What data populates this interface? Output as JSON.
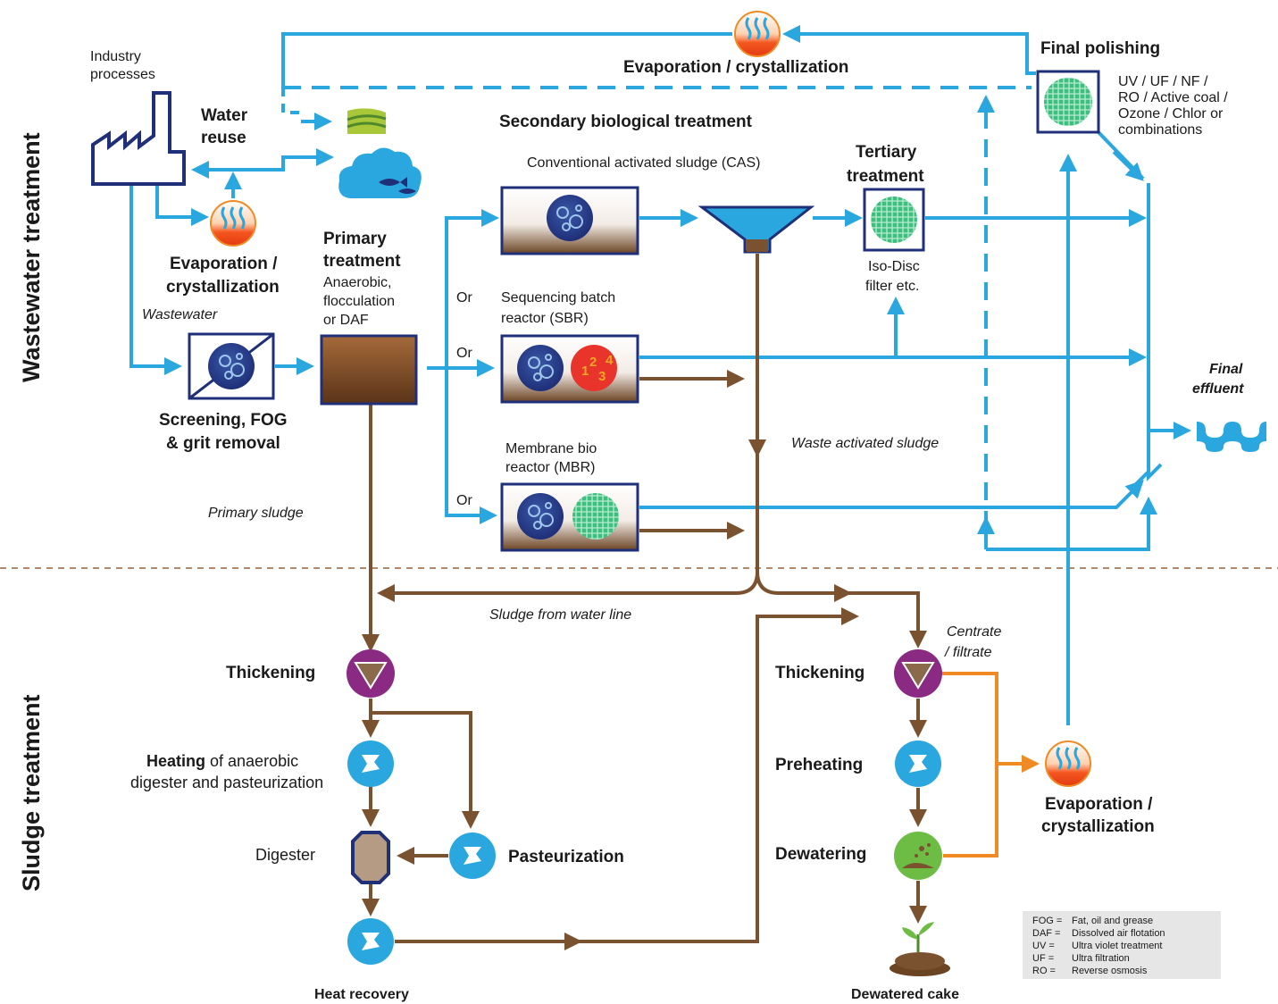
{
  "sections": {
    "wastewater": "Wastewater treatment",
    "sludge": "Sludge treatment"
  },
  "labels": {
    "industry": [
      "Industry",
      "processes"
    ],
    "water_reuse": [
      "Water",
      "reuse"
    ],
    "evap_top": "Evaporation / crystallization",
    "evap_left": [
      "Evaporation /",
      "crystallization"
    ],
    "wastewater": "Wastewater",
    "screening": [
      "Screening, FOG",
      "& grit removal"
    ],
    "primary_title": [
      "Primary",
      "treatment"
    ],
    "primary_sub": [
      "Anaerobic,",
      "flocculation",
      "or DAF"
    ],
    "secondary": "Secondary biological treatment",
    "cas": "Conventional activated sludge (CAS)",
    "or1": "Or",
    "or2": "Or",
    "or3": "Or",
    "sbr": [
      "Sequencing batch",
      "reactor (SBR)"
    ],
    "mbr": [
      "Membrane bio",
      "reactor (MBR)"
    ],
    "tertiary": [
      "Tertiary",
      "treatment"
    ],
    "isodisc": [
      "Iso-Disc",
      "filter etc."
    ],
    "final_polishing": "Final polishing",
    "polishing_list": [
      "UV / UF / NF /",
      "RO / Active coal /",
      "Ozone / Chlor or",
      "combinations"
    ],
    "final_effluent": [
      "Final",
      "effluent"
    ],
    "waste_activated": "Waste activated sludge",
    "primary_sludge": "Primary sludge",
    "sludge_water_line": "Sludge from water line",
    "centrate": [
      "Centrate",
      "/ filtrate"
    ],
    "thickening_left": "Thickening",
    "heating_bold": "Heating",
    "heating_rest": " of anaerobic",
    "heating_line2": "digester and pasteurization",
    "digester": "Digester",
    "pasteurization": "Pasteurization",
    "heat_recovery": "Heat recovery",
    "thickening_right": "Thickening",
    "preheating": "Preheating",
    "dewatering": "Dewatering",
    "dewatered_cake": "Dewatered cake",
    "evap_right": [
      "Evaporation /",
      "crystallization"
    ]
  },
  "legend": [
    {
      "abbr": "FOG =",
      "desc": "Fat, oil and grease"
    },
    {
      "abbr": "DAF =",
      "desc": "Dissolved air flotation"
    },
    {
      "abbr": "UV =",
      "desc": "Ultra violet treatment"
    },
    {
      "abbr": "UF =",
      "desc": "Ultra filtration"
    },
    {
      "abbr": "RO =",
      "desc": "Reverse osmosis"
    }
  ],
  "colors": {
    "water_line": "#2ba7df",
    "sludge_line": "#7a5230",
    "orange_line": "#f08a24",
    "divider": "#b08a6a"
  }
}
